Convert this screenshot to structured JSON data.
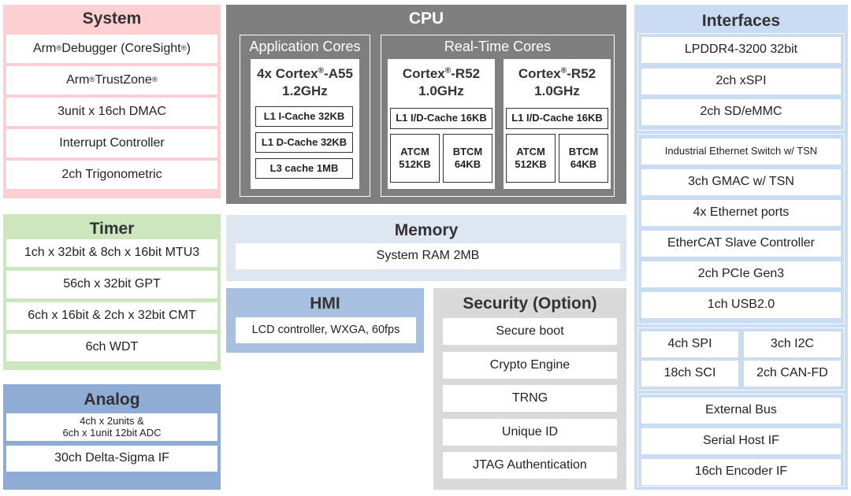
{
  "system": {
    "title": "System",
    "items": [
      {
        "pre": "Arm",
        "sup1": "®",
        "mid": " Debugger (CoreSight",
        "sup2": "®",
        "post": ")"
      },
      {
        "pre": "Arm",
        "sup1": "®",
        "mid": " TrustZone",
        "sup2": "®",
        "post": ""
      },
      {
        "text": "3unit x 16ch DMAC"
      },
      {
        "text": "Interrupt Controller"
      },
      {
        "text": "2ch Trigonometric"
      }
    ]
  },
  "timer": {
    "title": "Timer",
    "items": [
      "1ch x 32bit & 8ch x 16bit MTU3",
      "56ch x 32bit GPT",
      "6ch x 16bit & 2ch x 32bit CMT",
      "6ch WDT"
    ]
  },
  "analog": {
    "title": "Analog",
    "adc_line1": "4ch x 2units &",
    "adc_line2": "6ch x 1unit 12bit ADC",
    "delta_sigma": "30ch Delta-Sigma IF"
  },
  "cpu": {
    "title": "CPU",
    "app": {
      "group_title": "Application Cores",
      "core_pre": "4x Cortex",
      "core_sup": "®",
      "core_post": "-A55",
      "freq": "1.2GHz",
      "caches": [
        "L1 I-Cache 32KB",
        "L1 D-Cache 32KB",
        "L3 cache 1MB"
      ]
    },
    "rt": {
      "group_title": "Real-Time Cores",
      "cores": [
        {
          "pre": "Cortex",
          "sup": "®",
          "post": "-R52",
          "freq": "1.0GHz",
          "l1": "L1 I/D-Cache 16KB",
          "atcm_l1": "ATCM",
          "atcm_l2": "512KB",
          "btcm_l1": "BTCM",
          "btcm_l2": "64KB"
        },
        {
          "pre": "Cortex",
          "sup": "®",
          "post": "-R52",
          "freq": "1.0GHz",
          "l1": "L1 I/D-Cache 16KB",
          "atcm_l1": "ATCM",
          "atcm_l2": "512KB",
          "btcm_l1": "BTCM",
          "btcm_l2": "64KB"
        }
      ]
    }
  },
  "memory": {
    "title": "Memory",
    "item": "System RAM 2MB"
  },
  "hmi": {
    "title": "HMI",
    "item": "LCD controller, WXGA, 60fps"
  },
  "security": {
    "title": "Security (Option)",
    "items": [
      "Secure boot",
      "Crypto Engine",
      "TRNG",
      "Unique ID",
      "JTAG Authentication"
    ]
  },
  "interfaces": {
    "title": "Interfaces",
    "group1": [
      "LPDDR4-3200 32bit",
      "2ch xSPI",
      "2ch SD/eMMC"
    ],
    "group2": [
      "Industrial Ethernet Switch w/ TSN",
      "3ch GMAC w/ TSN",
      "4x Ethernet ports",
      "EtherCAT Slave Controller",
      "2ch PCIe Gen3",
      "1ch USB2.0"
    ],
    "group3": [
      "4ch SPI",
      "3ch I2C",
      "18ch SCI",
      "2ch CAN-FD"
    ],
    "group4": [
      "External Bus",
      "Serial Host IF",
      "16ch Encoder IF"
    ]
  },
  "colors": {
    "system": "#fcd0d2",
    "timer": "#cce6bd",
    "analog": "#8fadd4",
    "cpu": "#7f7f7f",
    "memory": "#dde6f1",
    "hmi": "#a8c0df",
    "security": "#d9d9d9",
    "interfaces": "#c9dcf3"
  }
}
